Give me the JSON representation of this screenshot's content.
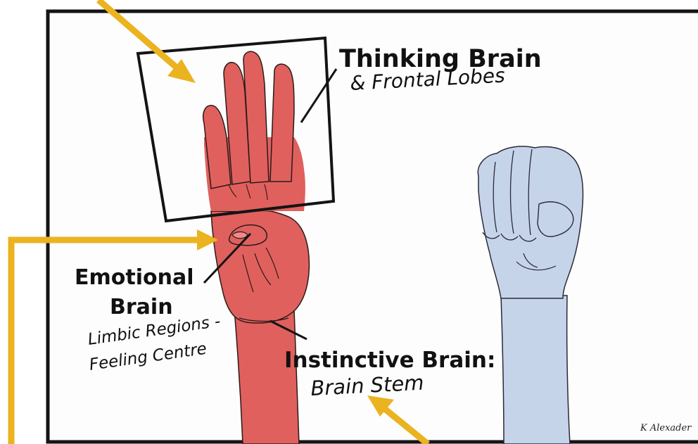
{
  "colors": {
    "frame": "#141414",
    "page_background": "#fdfdfd",
    "red_hand": "#e0605d",
    "red_hand_dark": "#c7504e",
    "blue_hand": "#c6d4ea",
    "arrow": "#eab31f"
  },
  "labels": {
    "thinking_title": "Thinking Brain",
    "thinking_sub": "& Frontal Lobes",
    "emotional_title_1": "Emotional",
    "emotional_title_2": "Brain",
    "emotional_sub_1": "Limbic Regions -",
    "emotional_sub_2": "Feeling Centre",
    "instinctive_title": "Instinctive Brain:",
    "instinctive_sub": "Brain Stem"
  },
  "signature": "K Alexader"
}
